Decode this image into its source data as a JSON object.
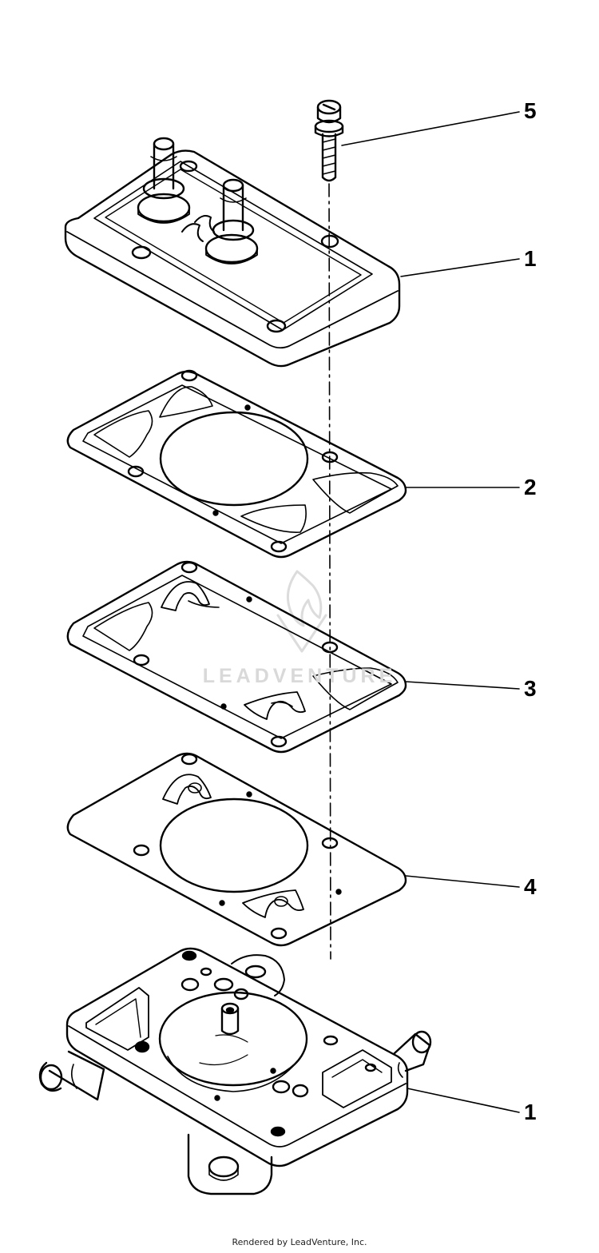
{
  "diagram": {
    "callouts": [
      {
        "id": "screw",
        "label": "5"
      },
      {
        "id": "cover",
        "label": "1"
      },
      {
        "id": "gasket",
        "label": "2"
      },
      {
        "id": "valve-plate",
        "label": "3"
      },
      {
        "id": "diaphragm",
        "label": "4"
      },
      {
        "id": "body",
        "label": "1"
      }
    ],
    "watermark": "LEADVENTURE",
    "footer": "Rendered by LeadVenture, Inc."
  },
  "colors": {
    "line": "#000000",
    "watermark": "#d9d9d9",
    "background": "#ffffff"
  }
}
